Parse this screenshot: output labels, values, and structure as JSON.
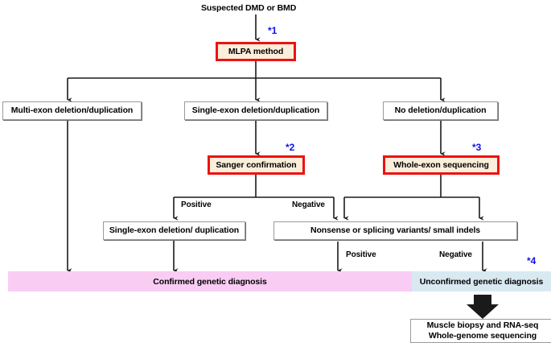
{
  "diagram": {
    "title": "Suspected DMD or BMD",
    "nodes": {
      "root": "Suspected DMD or BMD",
      "mlpa": "MLPA method",
      "multi_exon": "Multi-exon deletion/duplication",
      "single_exon": "Single-exon deletion/duplication",
      "no_del": "No deletion/duplication",
      "sanger": "Sanger confirmation",
      "wes": "Whole-exon sequencing",
      "single_exon_confirmed": "Single-exon deletion/ duplication",
      "nonsense": "Nonsense or splicing variants/ small indels",
      "confirmed_band": "Confirmed genetic diagnosis",
      "unconfirmed_band": "Unconfirmed genetic diagnosis",
      "final_line1": "Muscle biopsy and RNA-seq",
      "final_line2": "Whole-genome sequencing"
    },
    "edge_labels": {
      "sanger_positive": "Positive",
      "sanger_negative": "Negative",
      "nonsense_positive": "Positive",
      "nonsense_negative": "Negative"
    },
    "notes": {
      "n1": "*1",
      "n2": "*2",
      "n3": "*3",
      "n4": "*4"
    },
    "colors": {
      "highlight_border": "#ee1111",
      "highlight_fill": "#fbeeda",
      "note_color": "#1010ee",
      "confirmed_fill": "#f9ccf4",
      "unconfirmed_fill": "#d9e9f2",
      "line": "#1a1a1a"
    }
  }
}
